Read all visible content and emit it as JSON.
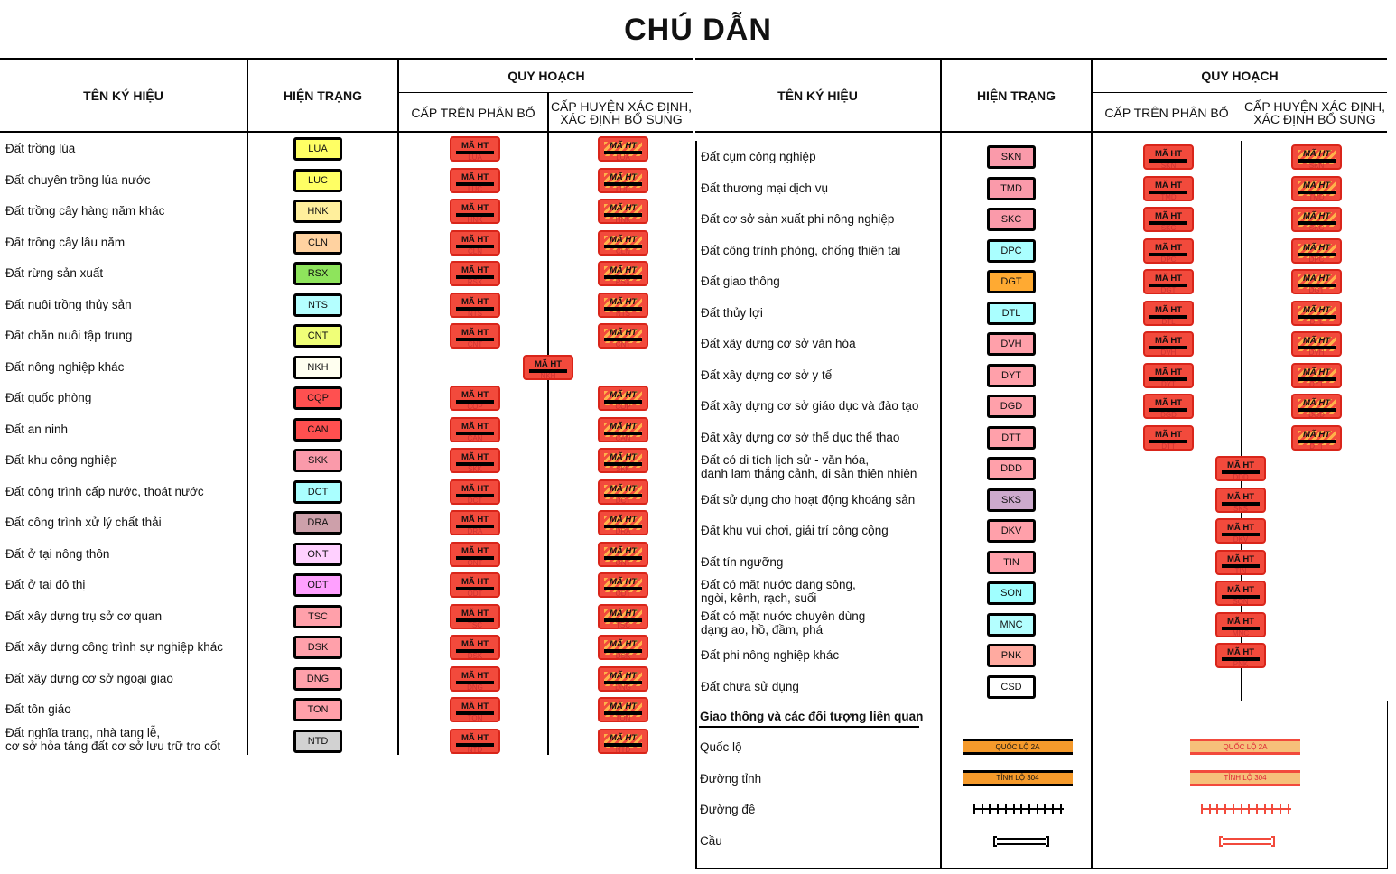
{
  "title": "CHÚ DẪN",
  "headers": {
    "name": "TÊN KÝ HIỆU",
    "status": "HIỆN TRẠNG",
    "plan": "QUY HOẠCH",
    "upper": "CẤP TRÊN PHÂN BỔ",
    "district_l1": "CẤP HUYỆN XÁC ĐỊNH,",
    "district_l2": "XÁC ĐỊNH BỔ SUNG"
  },
  "plan_label": "MÃ HT",
  "left_rows": [
    {
      "label": "Đất trồng lúa",
      "code": "LUA",
      "color": "#ffff64",
      "plan": "both"
    },
    {
      "label": "Đất chuyên trồng lúa nước",
      "code": "LUC",
      "color": "#ffff64",
      "plan": "both"
    },
    {
      "label": "Đất trồng cây hàng năm khác",
      "code": "HNK",
      "color": "#ffef9c",
      "plan": "both"
    },
    {
      "label": "Đất trồng cây lâu năm",
      "code": "CLN",
      "color": "#ffd2a0",
      "plan": "both"
    },
    {
      "label": "Đất rừng sản xuất",
      "code": "RSX",
      "color": "#8ee45c",
      "plan": "both"
    },
    {
      "label": "Đất nuôi trồng thủy sản",
      "code": "NTS",
      "color": "#b4ffff",
      "plan": "both"
    },
    {
      "label": "Đất chăn nuôi tập trung",
      "code": "CNT",
      "color": "#f0ff78",
      "plan": "both"
    },
    {
      "label": "Đất nông nghiệp khác",
      "code": "NKH",
      "color": "#fffff0",
      "plan": "center"
    },
    {
      "label": "Đất quốc phòng",
      "code": "CQP",
      "color": "#ff5050",
      "plan": "both"
    },
    {
      "label": "Đất an ninh",
      "code": "CAN",
      "color": "#ff5050",
      "plan": "both"
    },
    {
      "label": "Đất khu công nghiệp",
      "code": "SKK",
      "color": "#fa9aaa",
      "plan": "both"
    },
    {
      "label": "Đất công trình cấp nước, thoát nước",
      "code": "DCT",
      "color": "#aaffff",
      "plan": "both"
    },
    {
      "label": "Đất công trình xử lý chất thải",
      "code": "DRA",
      "color": "#cda0aa",
      "plan": "both"
    },
    {
      "label": "Đất ở tại nông thôn",
      "code": "ONT",
      "color": "#ffd0ff",
      "plan": "both"
    },
    {
      "label": "Đất ở tại đô thị",
      "code": "ODT",
      "color": "#ffa0ff",
      "plan": "both"
    },
    {
      "label": "Đất xây dựng trụ sở cơ quan",
      "code": "TSC",
      "color": "#ffa0aa",
      "plan": "both"
    },
    {
      "label": "Đất xây dựng công trình sự nghiệp khác",
      "code": "DSK",
      "color": "#ffa0aa",
      "plan": "both"
    },
    {
      "label": "Đất xây dựng cơ sở ngoại giao",
      "code": "DNG",
      "color": "#ffa0aa",
      "plan": "both"
    },
    {
      "label": "Đất tôn giáo",
      "code": "TON",
      "color": "#ffa0aa",
      "plan": "both"
    },
    {
      "label": "Đất nghĩa trang, nhà tang lễ,",
      "label2": "cơ sở hỏa táng đất cơ sở lưu trữ tro cốt",
      "code": "NTD",
      "color": "#d2d2d2",
      "plan": "both"
    }
  ],
  "right_rows": [
    {
      "label": "Đất cụm công nghiệp",
      "code": "SKN",
      "color": "#fa9aaa",
      "plan": "both"
    },
    {
      "label": "Đất thương mại dịch vụ",
      "code": "TMD",
      "color": "#fa9aaa",
      "plan": "both"
    },
    {
      "label": "Đất cơ sở sản xuất phi nông nghiệp",
      "code": "SKC",
      "color": "#fa9aaa",
      "plan": "both"
    },
    {
      "label": "Đất công trình phòng, chống thiên tai",
      "code": "DPC",
      "color": "#aaffff",
      "plan": "both"
    },
    {
      "label": "Đất giao thông",
      "code": "DGT",
      "color": "#ffaa32",
      "plan": "both"
    },
    {
      "label": "Đất thủy lợi",
      "code": "DTL",
      "color": "#aaffff",
      "plan": "both"
    },
    {
      "label": "Đất xây dựng cơ sở văn hóa",
      "code": "DVH",
      "color": "#ffa0aa",
      "plan": "both"
    },
    {
      "label": "Đất xây dựng cơ sở y tế",
      "code": "DYT",
      "color": "#ffa0aa",
      "plan": "both"
    },
    {
      "label": "Đất xây dựng cơ sở giáo dục và đào tạo",
      "code": "DGD",
      "color": "#ffa0aa",
      "plan": "both"
    },
    {
      "label": "Đất xây dựng cơ sở thể dục thể thao",
      "code": "DTT",
      "color": "#ffa0aa",
      "plan": "both"
    },
    {
      "label": "Đất có di tích lịch sử - văn hóa,",
      "label2": "danh lam thắng cảnh, di sản thiên nhiên",
      "code": "DDD",
      "color": "#ffa0aa",
      "plan": "center"
    },
    {
      "label": "Đất sử dụng cho hoạt động khoáng sản",
      "code": "SKS",
      "color": "#cdaacd",
      "plan": "center"
    },
    {
      "label": "Đất khu vui chơi, giải trí công cộng",
      "code": "DKV",
      "color": "#ffa0aa",
      "plan": "center"
    },
    {
      "label": "Đất tín ngưỡng",
      "code": "TIN",
      "color": "#ffa0aa",
      "plan": "center"
    },
    {
      "label": "Đất có mặt nước dạng sông,",
      "label2": "ngòi, kênh, rạch, suối",
      "code": "SON",
      "color": "#a0ffff",
      "plan": "center"
    },
    {
      "label": "Đất có mặt nước chuyên dùng",
      "label2": "dạng ao, hồ, đầm, phá",
      "code": "MNC",
      "color": "#b4ffff",
      "plan": "center"
    },
    {
      "label": "Đất phi nông nghiệp khác",
      "code": "PNK",
      "color": "#ffaaa0",
      "plan": "center"
    },
    {
      "label": "Đất chưa sử dụng",
      "code": "CSD",
      "color": "#ffffff",
      "plan": "none"
    }
  ],
  "transport": {
    "heading": "Giao thông và các đối tượng liên quan",
    "items": [
      {
        "label": "Quốc lộ",
        "type": "road",
        "road_text": "QUỐC LỘ 2A"
      },
      {
        "label": "Đường tỉnh",
        "type": "road",
        "road_text": "TỈNH LỘ 304"
      },
      {
        "label": "Đường đê",
        "type": "dike"
      },
      {
        "label": "Cầu",
        "type": "bridge"
      }
    ]
  }
}
